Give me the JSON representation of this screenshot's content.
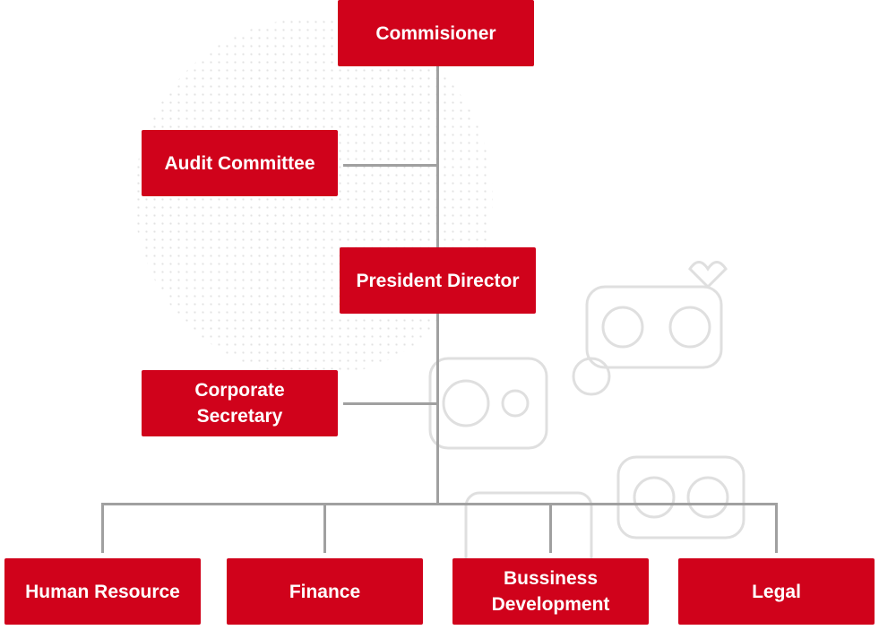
{
  "org_chart": {
    "top": "Commisioner",
    "audit": "Audit Committee",
    "president": "President Director",
    "secretary_line1": "Corporate",
    "secretary_line2": "Secretary",
    "departments": [
      {
        "line1": "Human Resource"
      },
      {
        "line1": "Finance"
      },
      {
        "line1": "Bussiness",
        "line2": "Development"
      },
      {
        "line1": "Legal"
      }
    ]
  },
  "colors": {
    "box": "#d0021b",
    "connector": "#a0a0a0"
  }
}
